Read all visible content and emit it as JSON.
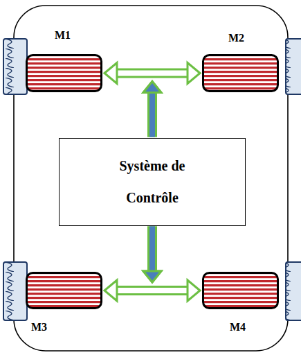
{
  "diagram": {
    "nodes": [
      {
        "text": [
          "M1"
        ]
      },
      {
        "text": [
          "M2"
        ]
      },
      {
        "text": [
          "Système de Contrôle"
        ]
      },
      {
        "text": [
          "M3"
        ]
      },
      {
        "text": [
          "M4"
        ]
      }
    ],
    "edges": [
      {
        "from": 2,
        "to": 0,
        "arrow": "to"
      },
      {
        "from": 2,
        "to": 1,
        "arrow": "to"
      },
      {
        "from": 2,
        "to": 3,
        "arrow": "to"
      },
      {
        "from": 2,
        "to": 4,
        "arrow": "to"
      }
    ]
  }
}
